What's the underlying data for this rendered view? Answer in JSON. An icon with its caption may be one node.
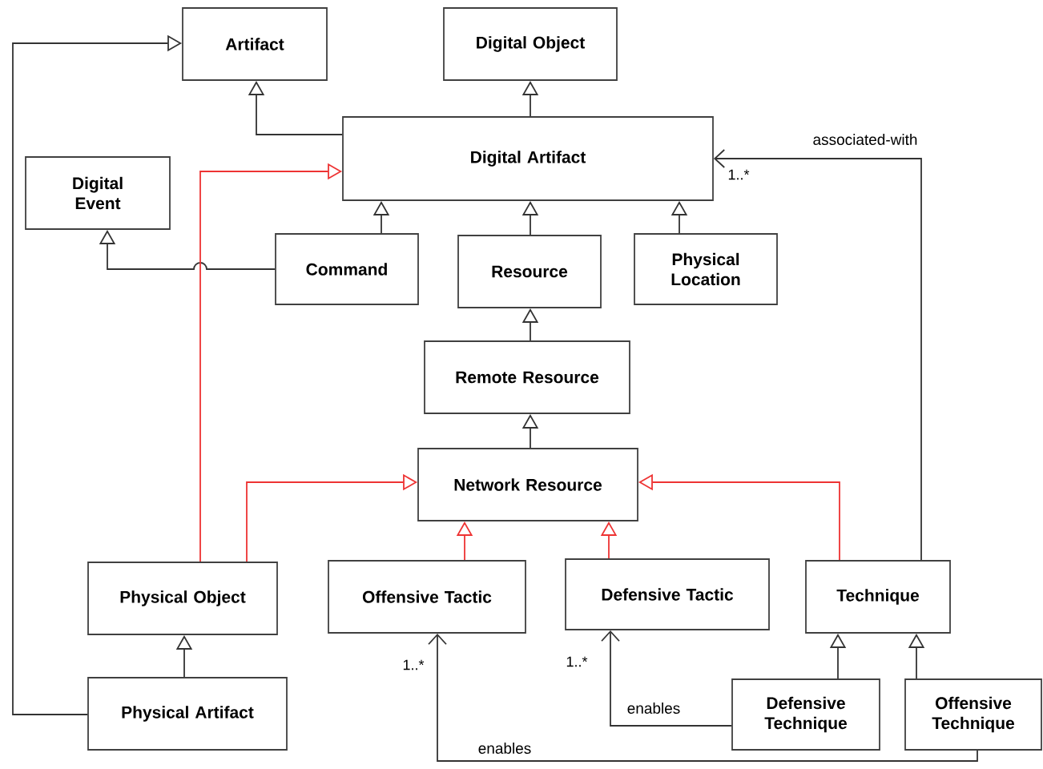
{
  "diagram": {
    "nodes": [
      {
        "text": [
          "Artifact"
        ]
      },
      {
        "text": [
          "Digital Object"
        ]
      },
      {
        "text": [
          "Digital Artifact"
        ]
      },
      {
        "text": [
          "Digital Event"
        ]
      },
      {
        "text": [
          "Command"
        ]
      },
      {
        "text": [
          "Resource"
        ]
      },
      {
        "text": [
          "Physical Location"
        ]
      },
      {
        "text": [
          "Remote Resource"
        ]
      },
      {
        "text": [
          "Network Resource"
        ]
      },
      {
        "text": [
          "Physical Object"
        ]
      },
      {
        "text": [
          "Offensive Tactic"
        ]
      },
      {
        "text": [
          "Defensive Tactic"
        ]
      },
      {
        "text": [
          "Technique"
        ]
      },
      {
        "text": [
          "Physical Artifact"
        ]
      },
      {
        "text": [
          "Defensive Technique"
        ]
      },
      {
        "text": [
          "Offensive Technique"
        ]
      }
    ],
    "edges": [
      {
        "from": 2,
        "to": 0,
        "arrow": "to"
      },
      {
        "from": 2,
        "to": 1,
        "arrow": "to"
      },
      {
        "from": 4,
        "to": 2,
        "arrow": "to"
      },
      {
        "from": 5,
        "to": 2,
        "arrow": "to"
      },
      {
        "from": 6,
        "to": 2,
        "arrow": "to"
      },
      {
        "from": 4,
        "to": 3,
        "arrow": "to"
      },
      {
        "from": 9,
        "to": 2,
        "arrow": "to",
        "color": "#ee3333"
      },
      {
        "from": 7,
        "to": 5,
        "arrow": "to"
      },
      {
        "from": 8,
        "to": 7,
        "arrow": "to"
      },
      {
        "from": 9,
        "to": 8,
        "arrow": "to",
        "color": "#ee3333"
      },
      {
        "from": 10,
        "to": 8,
        "arrow": "to",
        "color": "#ee3333"
      },
      {
        "from": 11,
        "to": 8,
        "arrow": "to",
        "color": "#ee3333"
      },
      {
        "from": 12,
        "to": 8,
        "arrow": "to",
        "color": "#ee3333"
      },
      {
        "from": 12,
        "to": 2,
        "arrow": "to",
        "label": "associated-with"
      },
      {
        "from": 13,
        "to": 9,
        "arrow": "to"
      },
      {
        "from": 13,
        "to": 0,
        "arrow": "to"
      },
      {
        "from": 14,
        "to": 12,
        "arrow": "to"
      },
      {
        "from": 15,
        "to": 12,
        "arrow": "to"
      },
      {
        "from": 14,
        "to": 11,
        "arrow": "to",
        "label": "enables"
      },
      {
        "from": 15,
        "to": 10,
        "arrow": "to",
        "label": "enables"
      }
    ],
    "labels": [
      "1..*",
      "1..*",
      "1..*"
    ]
  }
}
